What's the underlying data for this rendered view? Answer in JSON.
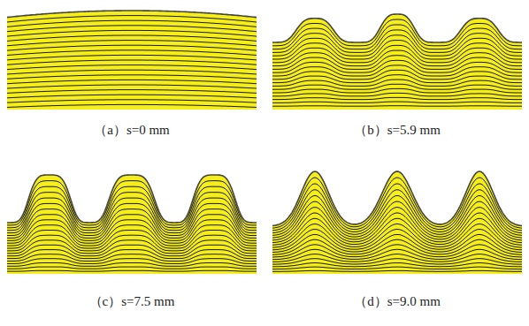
{
  "diagram": {
    "labels": [
      "（a）s=0 mm",
      "（b）s=5.9 mm",
      "（c）s=7.5 mm",
      "（d）s=9.0 mm"
    ]
  }
}
